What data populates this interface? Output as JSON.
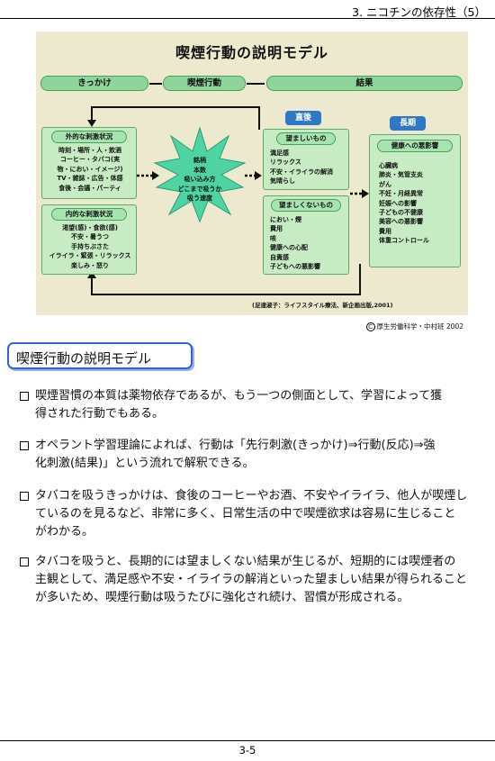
{
  "header": {
    "title": "3. ニコチンの依存性（5）"
  },
  "figure": {
    "title": "喫煙行動の説明モデル",
    "columns": {
      "trigger": "きっかけ",
      "behavior": "喫煙行動",
      "result": "結果"
    },
    "external": {
      "label": "外的な刺激状況",
      "lines": [
        "時刻・場所・人・飲酒",
        "コーヒー・タバコ(実",
        "物・におい・イメージ)",
        "TV・雑誌・広告・体感",
        "食後・会議・パーティ"
      ]
    },
    "internal": {
      "label": "内的な刺激状況",
      "lines": [
        "渇望(感)・食欲(感)",
        "不安・暑うつ",
        "手持ちぶさた",
        "イライラ・緊張・リラックス",
        "楽しみ・怒り"
      ]
    },
    "behavior_lines": [
      "銘柄",
      "本数",
      "吸い込み方",
      "どこまで吸うか",
      "吸う速度"
    ],
    "immediate": {
      "badge": "直後",
      "good_label": "望ましいもの",
      "good_lines": [
        "満足感",
        "リラックス",
        "不安・イライラの解消",
        "気晴らし"
      ],
      "bad_label": "望ましくないもの",
      "bad_lines": [
        "におい・煙",
        "費用",
        "咳",
        "健康への心配",
        "自責感",
        "子どもへの悪影響"
      ]
    },
    "longterm": {
      "badge": "長期",
      "label": "健康への悪影響",
      "lines": [
        "心臓病",
        "肺炎・気管支炎",
        "がん",
        "不妊・月経異常",
        "妊娠への影響",
        "子どもの不健康",
        "美容への悪影響",
        "費用",
        "体重コントロール"
      ]
    },
    "source": "(足達淑子：ライフスタイル療法、新企画出版,2001)"
  },
  "credit": {
    "symbol": "C",
    "text": "厚生労働科学・中村班 2002"
  },
  "section_title": "喫煙行動の説明モデル",
  "bullets": [
    [
      "喫煙習慣の本質は薬物依存であるが、もう一つの側面として、学習によって獲",
      "得された行動でもある。"
    ],
    [
      "オペラント学習理論によれば、行動は「先行刺激(きっかけ)⇒行動(反応)⇒強",
      "化刺激(結果)」という流れで解釈できる。"
    ],
    [
      "タバコを吸うきっかけは、食後のコーヒーやお酒、不安やイライラ、他人が喫煙し",
      "ているのを見るなど、非常に多く、日常生活の中で喫煙欲求は容易に生じること",
      "がわかる。"
    ],
    [
      "タバコを吸うと、長期的には望ましくない結果が生じるが、短期的には喫煙者の",
      "主観として、満足感や不安・イライラの解消といった望ましい結果が得られること",
      "が多いため、喫煙行動は吸うたびに強化され続け、習慣が形成される。"
    ]
  ],
  "footer": {
    "page": "3-5"
  },
  "colors": {
    "figure_bg": "#ece9cf",
    "box_green": "#c7ecc3",
    "pill_green": "#8fd49a",
    "badge_blue": "#2f78c8",
    "star_green": "#4fd3a3",
    "section_border": "#3b5fd0"
  }
}
